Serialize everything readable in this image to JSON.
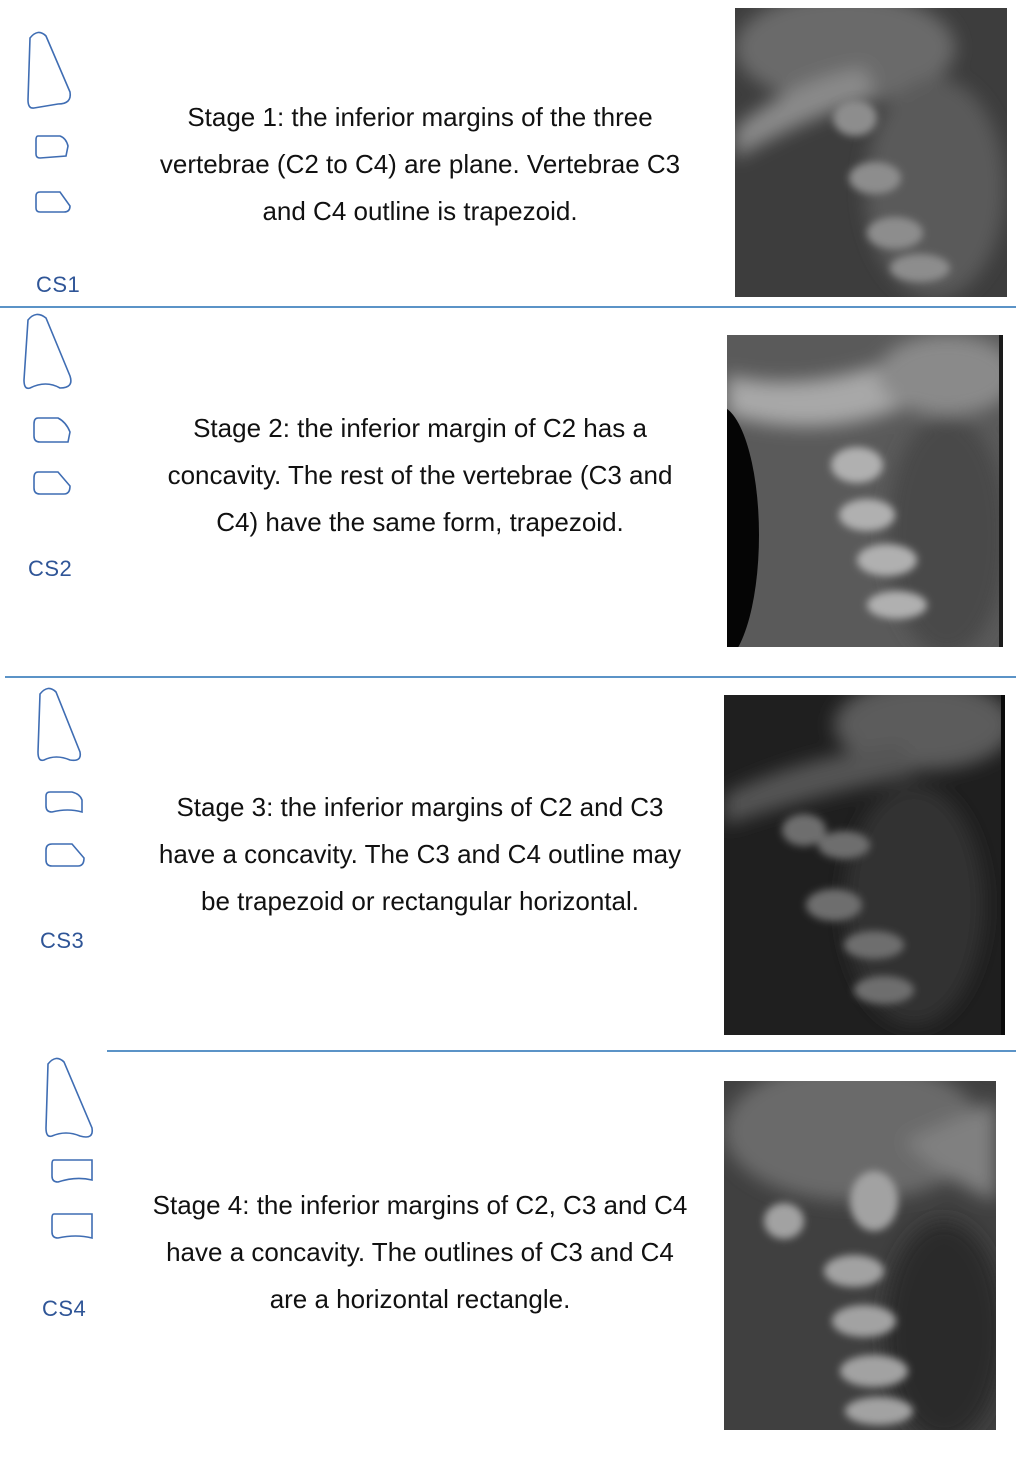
{
  "stages": [
    {
      "label": "CS1",
      "text": "Stage 1: the inferior margins of the three vertebrae (C2 to C4) are plane. Vertebrae C3 and C4 outline is trapezoid."
    },
    {
      "label": "CS2",
      "text": "Stage 2: the inferior margin of C2 has a concavity. The rest of the vertebrae (C3 and C4) have the same form, trapezoid."
    },
    {
      "label": "CS3",
      "text": "Stage 3: the inferior margins of C2 and C3 have a concavity. The C3 and C4 outline may be trapezoid or rectangular horizontal."
    },
    {
      "label": "CS4",
      "text": "Stage 4: the inferior margins of C2, C3 and C4 have a concavity. The outlines of C3 and C4 are a horizontal rectangle."
    }
  ],
  "colors": {
    "outline": "#3f6db3",
    "label": "#2f5597",
    "rule": "#5b93c7"
  }
}
